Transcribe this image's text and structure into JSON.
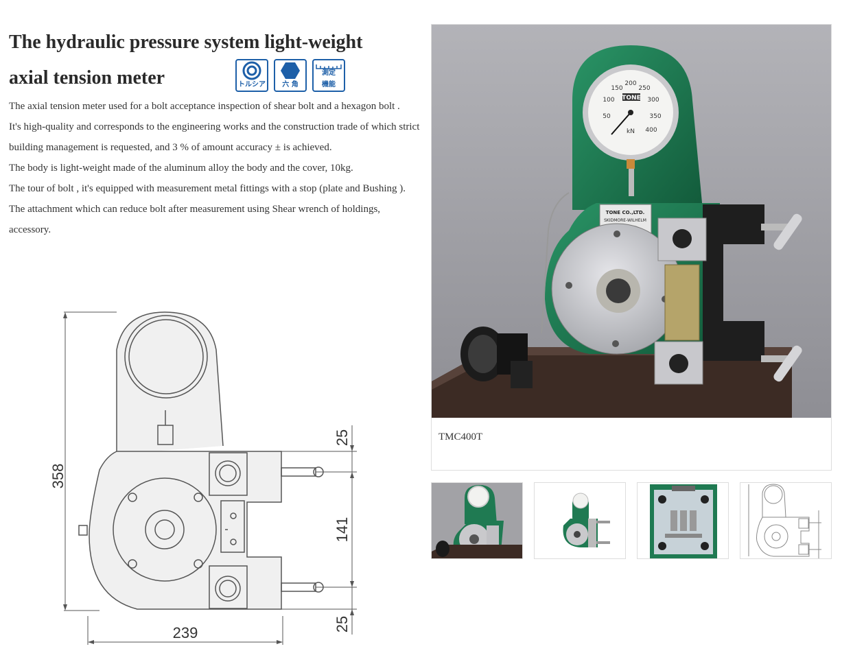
{
  "product": {
    "title_line1": "The hydraulic pressure system light-weight",
    "title_line2": "axial tension meter",
    "badges": [
      {
        "label": "トルシア",
        "icon": "torcia-nut-icon"
      },
      {
        "label": "六 角",
        "icon": "hexagon-icon"
      },
      {
        "label": "機能",
        "top": "測定",
        "icon": "measure-function-icon"
      }
    ],
    "description": [
      "The axial tension meter used for a bolt acceptance inspection of shear bolt and a hexagon bolt .",
      "It's high-quality and corresponds to the engineering works and the construction trade of which strict building management is requested, and 3 % of amount accuracy ± is achieved.",
      "The body is light-weight made of the aluminum alloy the body and the cover, 10kg.",
      "The tour of bolt , it's equipped with measurement metal fittings with a stop (plate and Bushing ).",
      "The attachment which can reduce bolt after measurement using Shear wrench of holdings, accessory."
    ]
  },
  "drawing": {
    "dim_height": "358",
    "dim_width": "239",
    "dim_top": "25",
    "dim_middle": "141",
    "dim_bottom": "25"
  },
  "gallery": {
    "caption": "TMC400T",
    "gauge_brand": "TONE",
    "gauge_unit": "kN",
    "gauge_ticks": [
      "50",
      "100",
      "150",
      "200",
      "250",
      "300",
      "350",
      "400"
    ],
    "plate_line1": "TONE CO.,LTD.",
    "plate_line2": "SKIDMORE-WILHELM"
  },
  "colors": {
    "green": "#1f7a52",
    "badge_blue": "#1d5fa8"
  }
}
